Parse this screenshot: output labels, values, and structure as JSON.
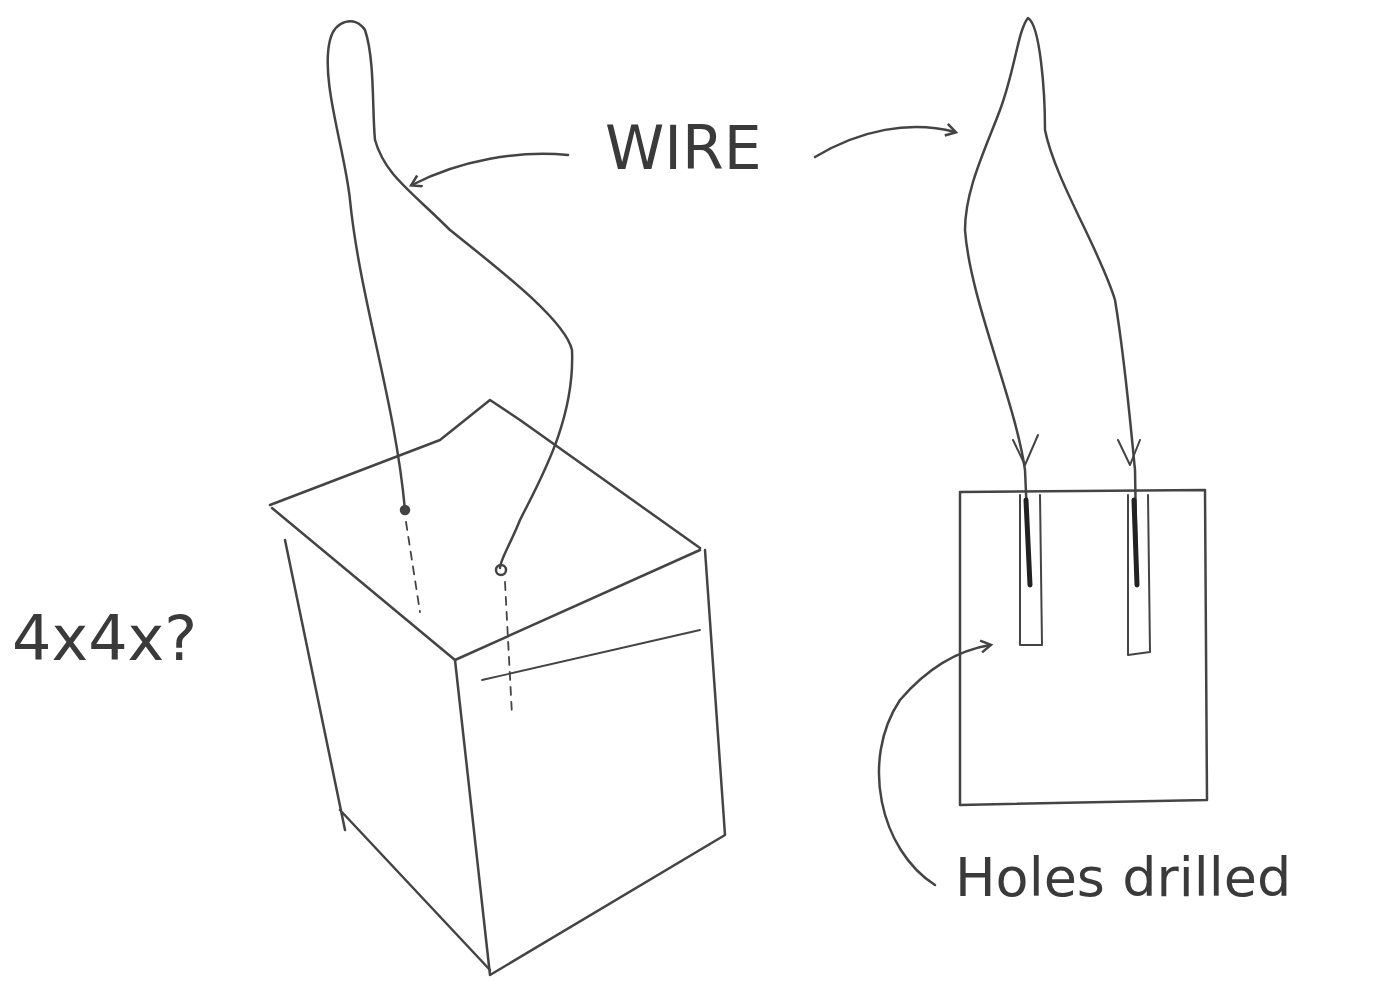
{
  "diagram": {
    "labels": [
      "WIRE",
      "4x4x?",
      "Holes drilled"
    ]
  }
}
